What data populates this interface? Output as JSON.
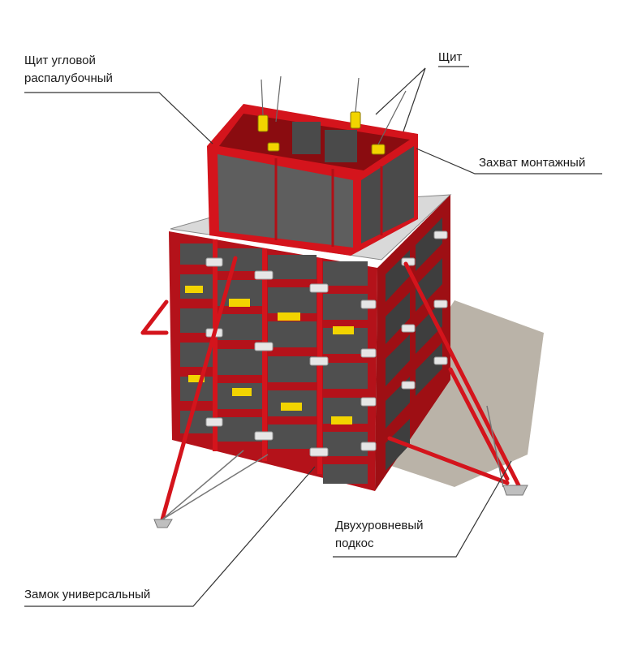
{
  "labels": {
    "corner_panel": "Щит угловой\nраспалубочный",
    "panel": "Щит",
    "lifting_clamp": "Захват монтажный",
    "two_level_brace": "Двухуровневый\nподкос",
    "universal_lock": "Замок универсальный"
  },
  "colors": {
    "frame_red": "#d4141c",
    "frame_dark": "#9e0f14",
    "panel_grey": "#6e6e6e",
    "face_grey": "#5a5a5a",
    "leader_line": "#333333",
    "yellow_tag": "#f2d400",
    "shadow": "#b3ab9e"
  }
}
